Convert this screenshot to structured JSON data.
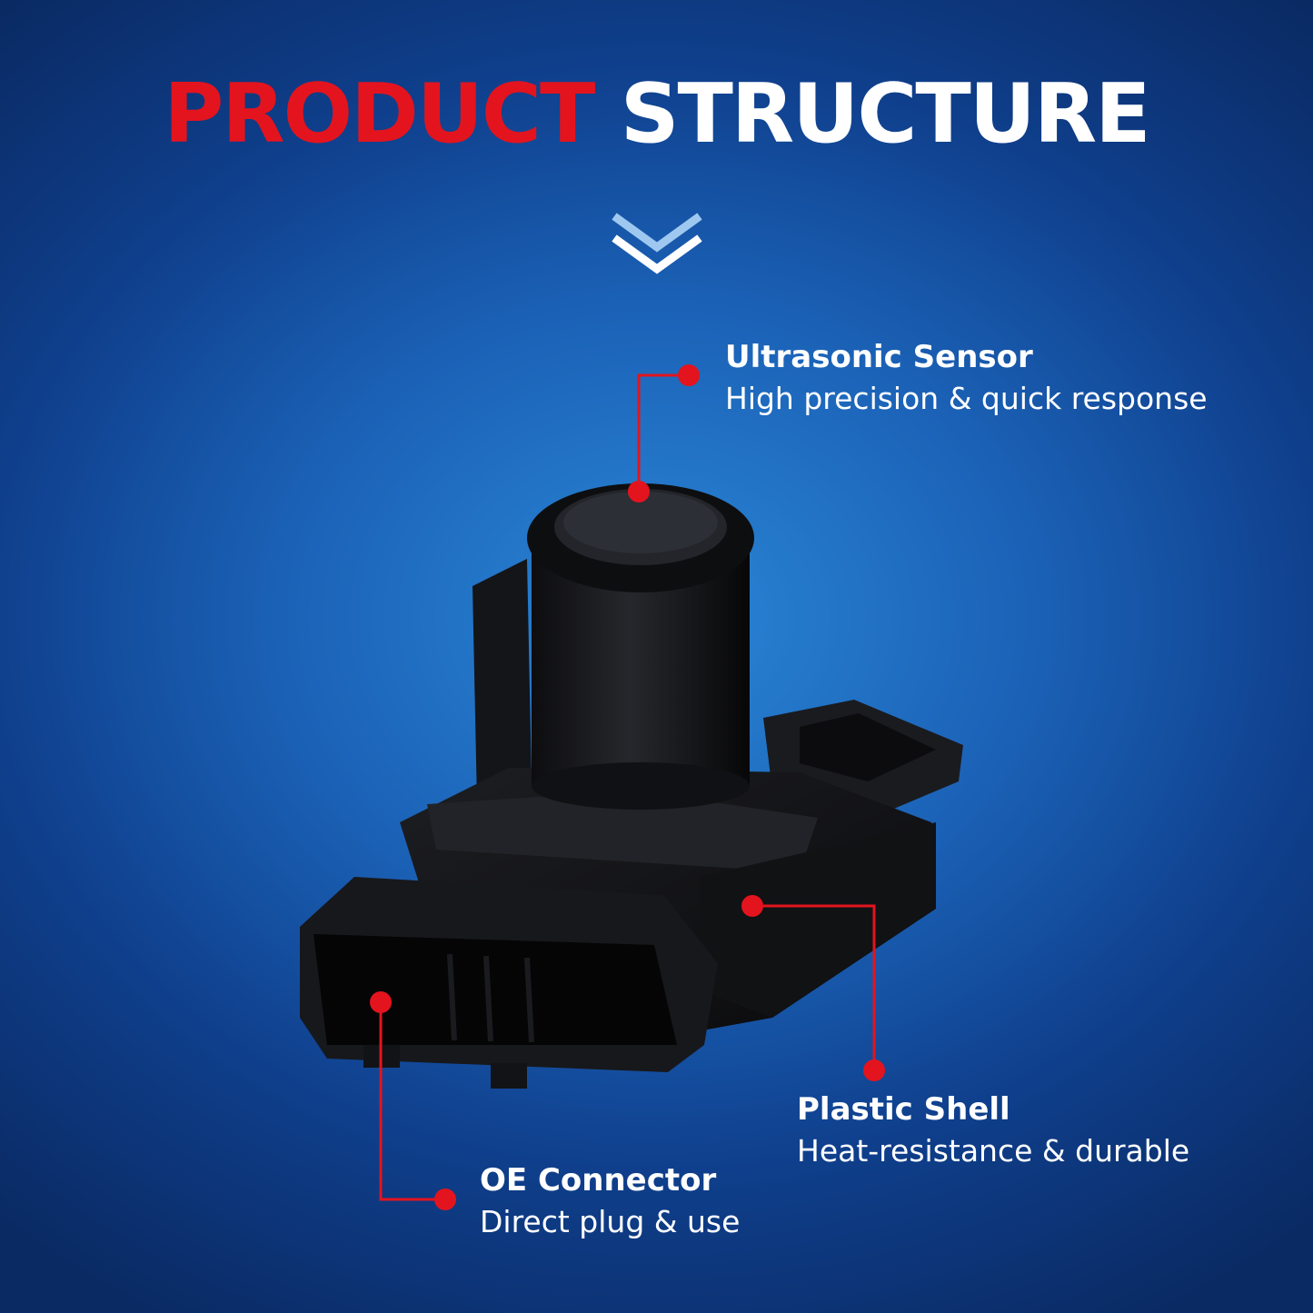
{
  "title": {
    "word_red": "PRODUCT",
    "word_white": "STRUCTURE"
  },
  "colors": {
    "accent_red": "#e3141e",
    "background_blue": "#1b62b7",
    "text": "#ffffff"
  },
  "icons": {
    "title_decoration": "double-chevron-down-icon"
  },
  "callouts": [
    {
      "name": "Ultrasonic Sensor",
      "desc": "High precision & quick response"
    },
    {
      "name": "Plastic Shell",
      "desc": "Heat-resistance & durable"
    },
    {
      "name": "OE Connector",
      "desc": "Direct plug & use"
    }
  ]
}
